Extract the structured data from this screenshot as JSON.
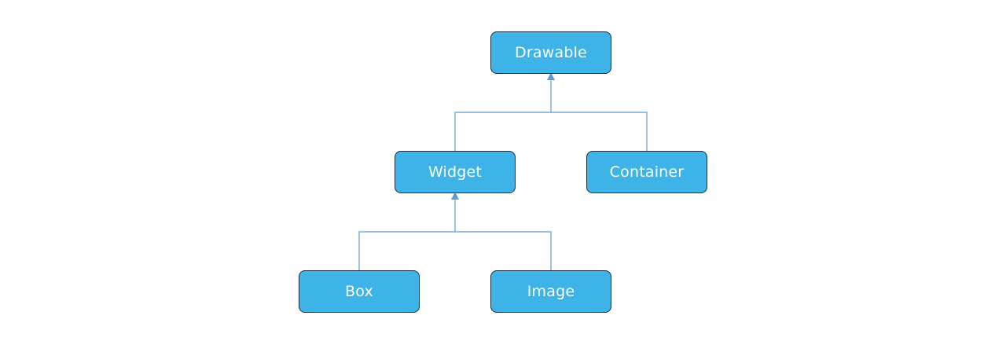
{
  "diagram": {
    "colors": {
      "node_fill": "#3db3e8",
      "node_border": "#1f2d3d",
      "node_text": "#ffffff",
      "connector": "#5b9bd5"
    },
    "nodes": {
      "drawable": "Drawable",
      "widget": "Widget",
      "container": "Container",
      "box": "Box",
      "image": "Image"
    }
  }
}
